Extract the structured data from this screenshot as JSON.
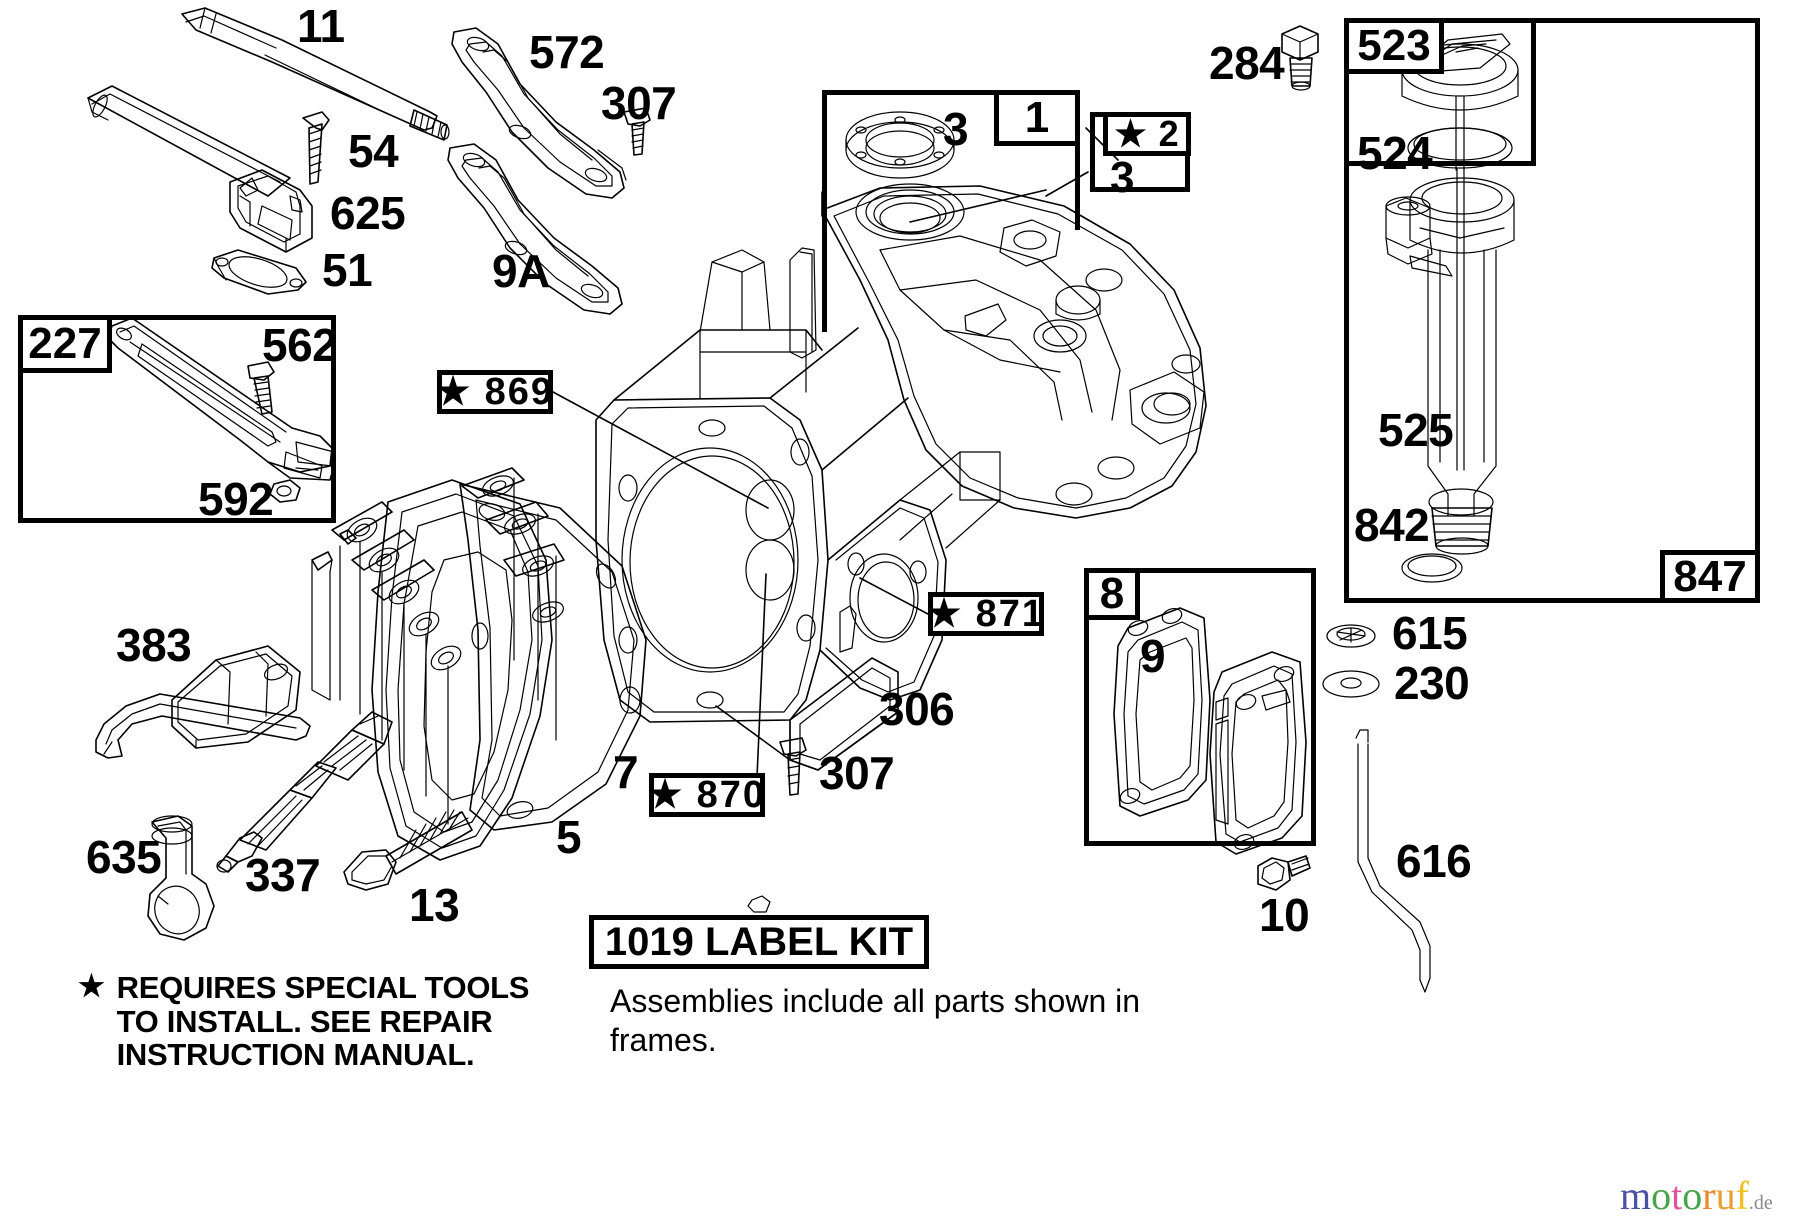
{
  "diagram": {
    "title": "Briggs & Stratton Engine Cylinder & Crankcase Parts Diagram",
    "type": "exploded-parts-diagram"
  },
  "callouts": [
    {
      "id": "11",
      "text": "11",
      "boxed": false
    },
    {
      "id": "572",
      "text": "572",
      "boxed": false
    },
    {
      "id": "307a",
      "text": "307",
      "boxed": false
    },
    {
      "id": "54",
      "text": "54",
      "boxed": false
    },
    {
      "id": "625",
      "text": "625",
      "boxed": false
    },
    {
      "id": "51",
      "text": "51",
      "boxed": false
    },
    {
      "id": "9A",
      "text": "9A",
      "boxed": false
    },
    {
      "id": "227",
      "text": "227",
      "boxed": true
    },
    {
      "id": "562",
      "text": "562",
      "boxed": false
    },
    {
      "id": "592",
      "text": "592",
      "boxed": false
    },
    {
      "id": "383",
      "text": "383",
      "boxed": false
    },
    {
      "id": "635",
      "text": "635",
      "boxed": false
    },
    {
      "id": "337",
      "text": "337",
      "boxed": false
    },
    {
      "id": "13",
      "text": "13",
      "boxed": false
    },
    {
      "id": "5",
      "text": "5",
      "boxed": false
    },
    {
      "id": "7",
      "text": "7",
      "boxed": false
    },
    {
      "id": "869",
      "text": "★ 869",
      "boxed": true
    },
    {
      "id": "870",
      "text": "★ 870",
      "boxed": true
    },
    {
      "id": "871",
      "text": "★ 871",
      "boxed": true
    },
    {
      "id": "306",
      "text": "306",
      "boxed": false
    },
    {
      "id": "307b",
      "text": "307",
      "boxed": false
    },
    {
      "id": "3a",
      "text": "3",
      "boxed": false
    },
    {
      "id": "1",
      "text": "1",
      "boxed": true
    },
    {
      "id": "star2",
      "text": "★ 2",
      "boxed": true
    },
    {
      "id": "3b",
      "text": "3",
      "boxed": false
    },
    {
      "id": "284",
      "text": "284",
      "boxed": false
    },
    {
      "id": "523",
      "text": "523",
      "boxed": true
    },
    {
      "id": "524",
      "text": "524",
      "boxed": false
    },
    {
      "id": "525",
      "text": "525",
      "boxed": false
    },
    {
      "id": "842",
      "text": "842",
      "boxed": false
    },
    {
      "id": "847",
      "text": "847",
      "boxed": true
    },
    {
      "id": "615",
      "text": "615",
      "boxed": false
    },
    {
      "id": "230",
      "text": "230",
      "boxed": false
    },
    {
      "id": "8",
      "text": "8",
      "boxed": true
    },
    {
      "id": "9",
      "text": "9",
      "boxed": false
    },
    {
      "id": "10",
      "text": "10",
      "boxed": false
    },
    {
      "id": "616",
      "text": "616",
      "boxed": false
    }
  ],
  "label_texts": {
    "n11": "11",
    "n572": "572",
    "n307_top": "307",
    "n54": "54",
    "n625": "625",
    "n51": "51",
    "n9A": "9A",
    "n227": "227",
    "n562": "562",
    "n592": "592",
    "n383": "383",
    "n635": "635",
    "n337": "337",
    "n13": "13",
    "n5": "5",
    "n7": "7",
    "n869": "★ 869",
    "n870": "★ 870",
    "n871": "★ 871",
    "n306": "306",
    "n307_mid": "307",
    "n3_top": "3",
    "n1": "1",
    "n2star": "★ 2",
    "n3_side": "3",
    "n284": "284",
    "n523": "523",
    "n524": "524",
    "n525": "525",
    "n842": "842",
    "n847": "847",
    "n615": "615",
    "n230": "230",
    "n8": "8",
    "n9": "9",
    "n10": "10",
    "n616": "616",
    "label_kit": "1019 LABEL KIT"
  },
  "notes": {
    "special_tools": "★ REQUIRES SPECIAL TOOLS\n   TO INSTALL.  SEE REPAIR\n   INSTRUCTION MANUAL.",
    "special_tools_star": "★",
    "special_tools_body": "REQUIRES SPECIAL TOOLS\nTO INSTALL.  SEE REPAIR\nINSTRUCTION MANUAL.",
    "assemblies": "Assemblies include all parts shown in\nframes."
  },
  "watermark": {
    "m": "m",
    "o1": "o",
    "t": "t",
    "o2": "o",
    "r": "r",
    "u": "u",
    "f": "f",
    "tld": ".de",
    "colors": {
      "m": "#4a53a3",
      "o1": "#4aa34a",
      "t": "#e0559a",
      "o2": "#4aa34a",
      "r": "#e88a2a",
      "u": "#e8a030",
      "f": "#f0c020",
      "tld": "#8a8a8a"
    }
  },
  "colors": {
    "ink": "#000000",
    "paper": "#ffffff",
    "line": "#1a1a1a"
  }
}
